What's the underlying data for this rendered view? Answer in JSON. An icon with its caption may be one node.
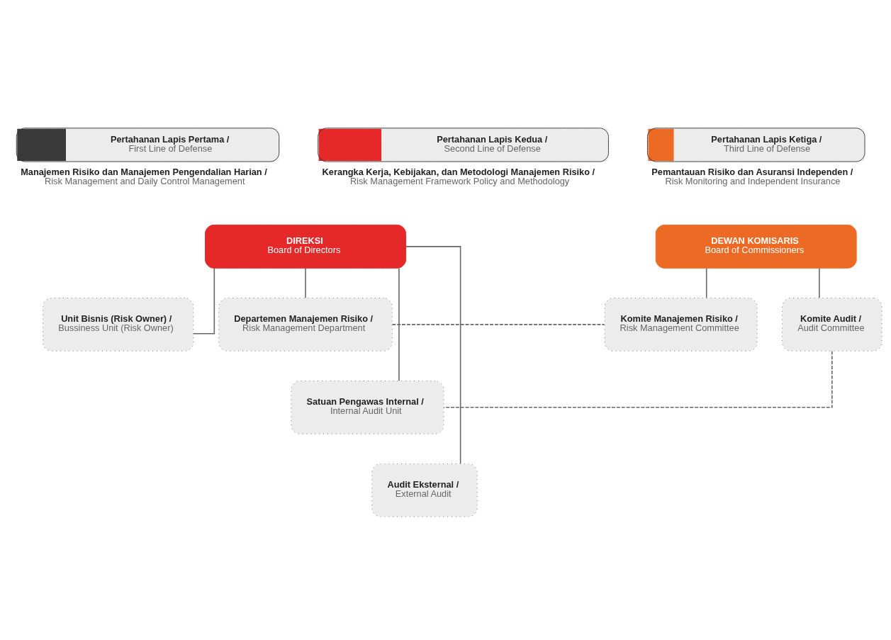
{
  "diagram": {
    "nodes": [
      {
        "text": [
          "Pertahanan Lapis Pertama /",
          "First Line of Defense"
        ],
        "beside": [
          "Manajemen Risiko dan Manajemen Pengendalian Harian /",
          "Risk Management and Daily Control Management"
        ]
      },
      {
        "text": [
          "Pertahanan Lapis Kedua /",
          "Second Line of Defense"
        ],
        "beside": [
          "Kerangka Kerja, Kebijakan, dan Metodologi Manajemen Risiko /",
          "Risk Management Framework Policy and Methodology"
        ]
      },
      {
        "text": [
          "Pertahanan Lapis Ketiga /",
          "Third Line of Defense"
        ],
        "beside": [
          "Pemantauan Risiko dan Asuransi Independen /",
          "Risk Monitoring and Independent Insurance"
        ]
      },
      {
        "text": [
          "DIREKSI",
          "Board of Directors"
        ]
      },
      {
        "text": [
          "DEWAN KOMISARIS",
          "Board of Commissioners"
        ]
      },
      {
        "text": [
          "Unit Bisnis (Risk Owner) /",
          "Bussiness Unit (Risk Owner)"
        ]
      },
      {
        "text": [
          "Departemen Manajemen Risiko /",
          "Risk Management Department"
        ]
      },
      {
        "text": [
          "Komite Manajemen Risiko /",
          "Risk Management Committee"
        ]
      },
      {
        "text": [
          "Komite Audit /",
          "Audit Committee"
        ]
      },
      {
        "text": [
          "Satuan Pengawas Internal /",
          "Internal Audit Unit"
        ]
      },
      {
        "text": [
          "Audit Eksternal /",
          "External Audit"
        ]
      }
    ],
    "edges": [
      {
        "from": 3,
        "to": 5,
        "arrow": "none"
      },
      {
        "from": 3,
        "to": 6,
        "arrow": "none"
      },
      {
        "from": 4,
        "to": 7,
        "arrow": "none"
      },
      {
        "from": 4,
        "to": 8,
        "arrow": "none"
      },
      {
        "from": 3,
        "to": 9,
        "arrow": "none"
      },
      {
        "from": 3,
        "to": 10,
        "arrow": "none"
      },
      {
        "from": 6,
        "to": 7,
        "arrow": "none",
        "style": "dashed"
      },
      {
        "from": 8,
        "to": 9,
        "arrow": "none",
        "style": "dashed"
      }
    ]
  }
}
